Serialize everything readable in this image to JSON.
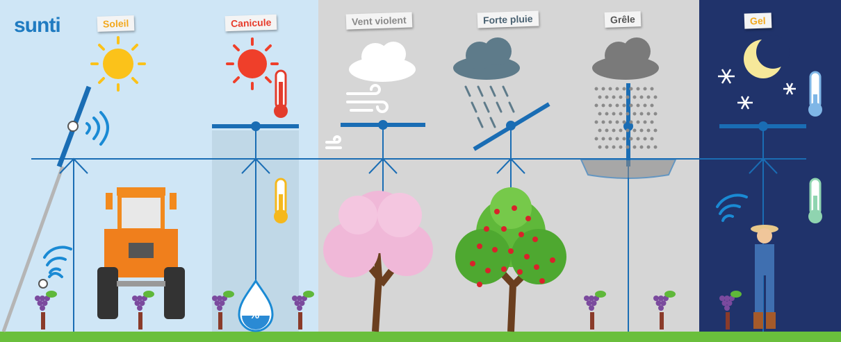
{
  "brand": {
    "logo_text": "sunti"
  },
  "panels": [
    {
      "label": "Soleil",
      "label_color": "#f2a81d"
    },
    {
      "label": "Canicule",
      "label_color": "#e73c2c"
    },
    {
      "label": "Vent violent",
      "label_color": "#8a8a8a"
    },
    {
      "label": "Forte pluie",
      "label_color": "#4a6272"
    },
    {
      "label": "Grêle",
      "label_color": "#555555"
    },
    {
      "label": "Gel",
      "label_color": "#f2a81d"
    }
  ],
  "humidity_symbol": "%",
  "colors": {
    "sky_light": "#cfe6f6",
    "grey_panel": "#d6d6d6",
    "night": "#20336b",
    "wire_blue": "#1a6db4",
    "grass": "#6abf3c"
  }
}
